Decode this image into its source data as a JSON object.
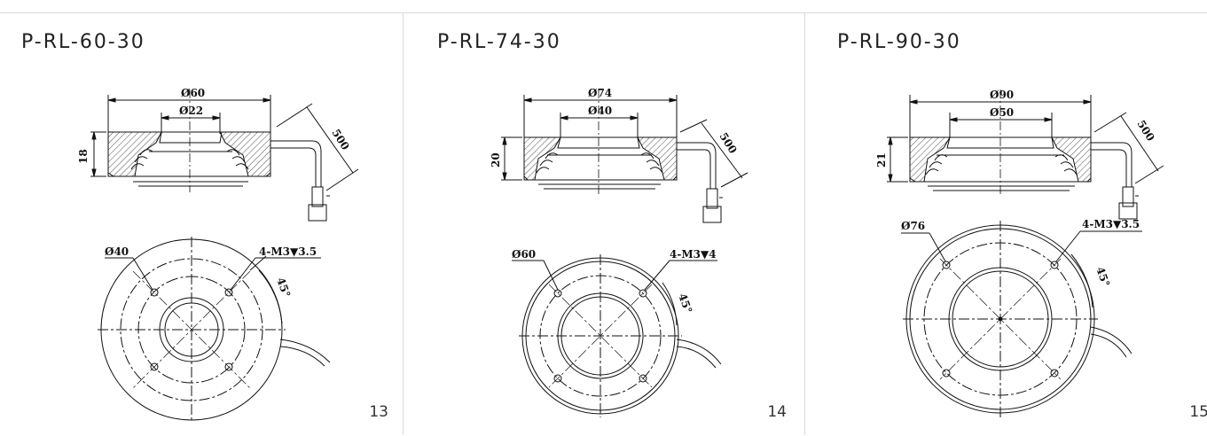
{
  "panels": [
    {
      "title": "P-RL-60-30",
      "page_number": "13",
      "side_view": {
        "outer_diameter_label": "Ø60",
        "inner_diameter_label": "Ø22",
        "height_label": "18",
        "cable_length_label": "500"
      },
      "top_view": {
        "bolt_circle_label": "Ø40",
        "hole_spec_label": "4-M3▼3.5",
        "angle_label": "45°"
      }
    },
    {
      "title": "P-RL-74-30",
      "page_number": "14",
      "side_view": {
        "outer_diameter_label": "Ø74",
        "inner_diameter_label": "Ø40",
        "height_label": "20",
        "cable_length_label": "500"
      },
      "top_view": {
        "bolt_circle_label": "Ø60",
        "hole_spec_label": "4-M3▼4",
        "angle_label": "45°"
      }
    },
    {
      "title": "P-RL-90-30",
      "page_number": "15",
      "side_view": {
        "outer_diameter_label": "Ø90",
        "inner_diameter_label": "Ø50",
        "height_label": "21",
        "cable_length_label": "500"
      },
      "top_view": {
        "bolt_circle_label": "Ø76",
        "hole_spec_label": "4-M3▼3.5",
        "angle_label": "45°"
      }
    }
  ]
}
